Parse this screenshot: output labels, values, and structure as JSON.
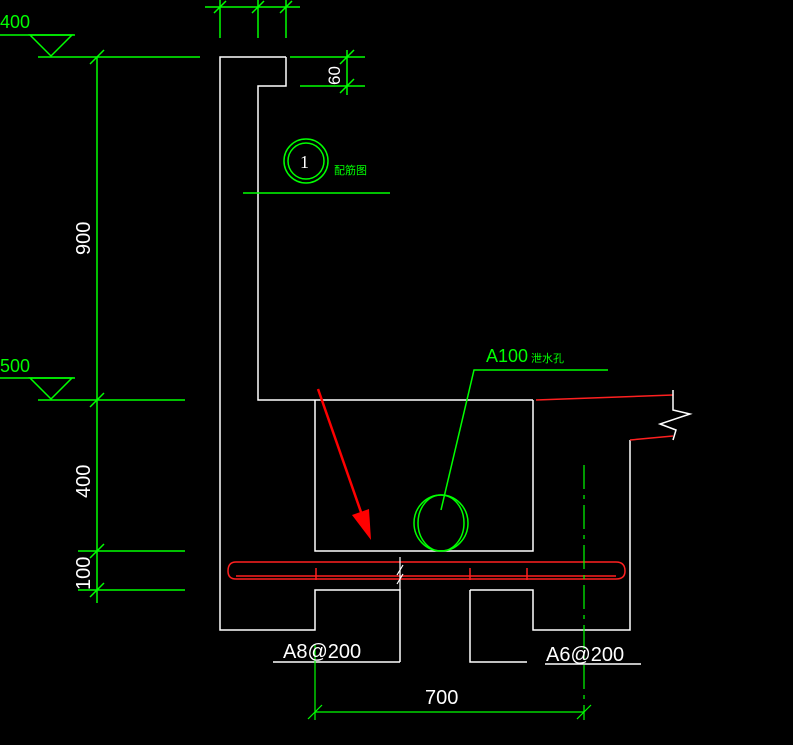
{
  "colors": {
    "background": "#000000",
    "outline": "#ffffff",
    "dimension": "#00ff00",
    "rebar": "#ff2020",
    "arrow": "#ff0000",
    "marker": "#00ff00"
  },
  "elevations": {
    "top": "400",
    "middle": "500"
  },
  "dimensions": {
    "wall_height": "900",
    "trench_depth": "400",
    "slab_thickness": "100",
    "lip": "60",
    "bottom_width": "700"
  },
  "labels": {
    "section_marker_number": "1",
    "section_marker_text": "配筋图",
    "drain_hole": "A100",
    "drain_hole_suffix": "泄水孔",
    "rebar_left": "A8@200",
    "rebar_right": "A6@200"
  }
}
